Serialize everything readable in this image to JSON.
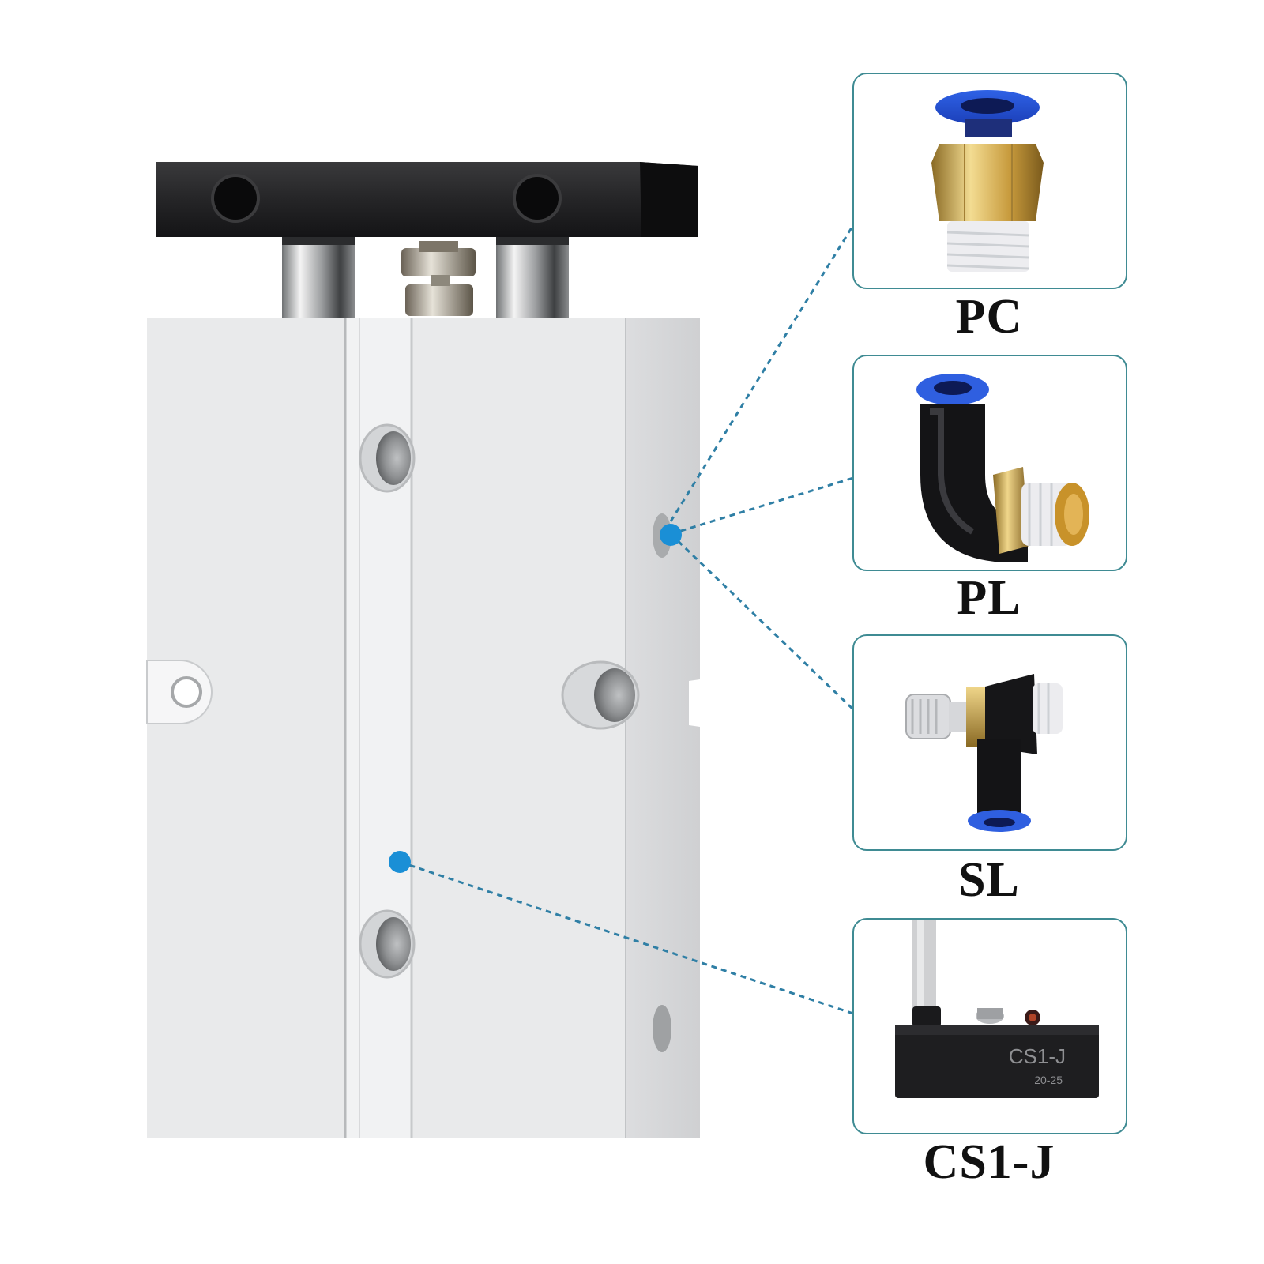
{
  "product": {
    "name": "twin-rod guided pneumatic cylinder",
    "body_color": "#e9eaeb",
    "plate_color": "#1f1f21",
    "marker_color": "#1a8fd6",
    "line_color": "#2f7fa5"
  },
  "callouts": [
    {
      "id": "pc",
      "label": "PC"
    },
    {
      "id": "pl",
      "label": "PL"
    },
    {
      "id": "sl",
      "label": "SL"
    },
    {
      "id": "cs1j",
      "label": "CS1-J"
    }
  ],
  "sensor": {
    "model_text": "CS1-J",
    "range_text": "20-25"
  },
  "icons": [
    "straight-push-fitting-icon",
    "elbow-push-fitting-icon",
    "speed-controller-icon",
    "magnetic-sensor-icon"
  ]
}
